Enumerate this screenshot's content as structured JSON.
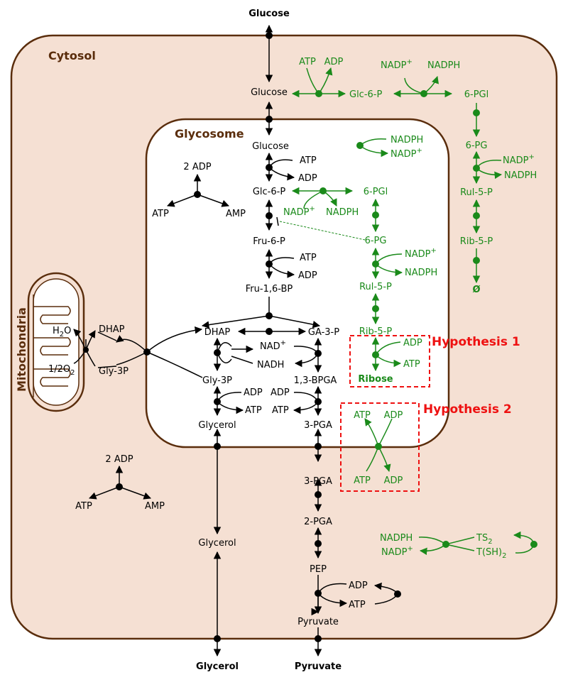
{
  "colors": {
    "cytosol_fill": "#f5e0d3",
    "membrane": "#5a2d0c",
    "glycosome_fill": "#ffffff",
    "black_path": "#000000",
    "green_path": "#1a8a1a",
    "hypothesis": "#ee1111"
  },
  "compartments": {
    "cytosol": "Cytosol",
    "glycosome": "Glycosome",
    "mitochondria": "Mitochondria"
  },
  "hypotheses": {
    "h1": "Hypothesis 1",
    "h2": "Hypothesis 2"
  },
  "metabolites": {
    "ext_glucose": "Glucose",
    "ext_glycerol": "Glycerol",
    "ext_pyruvate": "Pyruvate",
    "cyt_glucose": "Glucose",
    "cyt_glc6p": "Glc-6-P",
    "cyt_atp": "ATP",
    "cyt_adp": "ADP",
    "cyt_nadp": "NADP",
    "cyt_nadph": "NADPH",
    "cyt_6pgl": "6-PGl",
    "cyt_6pg": "6-PG",
    "cyt_nadp2": "NADP",
    "cyt_nadph2": "NADPH",
    "cyt_rul5p": "Rul-5-P",
    "cyt_rib5p": "Rib-5-P",
    "cyt_empty": "Ø",
    "gly_glucose": "Glucose",
    "gly_atp1": "ATP",
    "gly_adp1": "ADP",
    "gly_glc6p": "Glc-6-P",
    "gly_nadp1": "NADP",
    "gly_nadph1": "NADPH",
    "gly_6pgl": "6-PGl",
    "gly_nadph_top": "NADPH",
    "gly_nadp_top": "NADP",
    "gly_fru6p": "Fru-6-P",
    "gly_6pg": "6-PG",
    "gly_atp2": "ATP",
    "gly_adp2": "ADP",
    "gly_nadp2": "NADP",
    "gly_nadph2": "NADPH",
    "gly_fru16bp": "Fru-1,6-BP",
    "gly_rul5p": "Rul-5-P",
    "gly_rib5p": "Rib-5-P",
    "gly_dhap": "DHAP",
    "gly_ga3p": "GA-3-P",
    "gly_nad": "NAD",
    "gly_nadh": "NADH",
    "gly_gly3p": "Gly-3P",
    "gly_13bpga": "1,3-BPGA",
    "gly_adp3": "ADP",
    "gly_adp4": "ADP",
    "gly_atp3": "ATP",
    "gly_atp4": "ATP",
    "gly_glycerol": "Glycerol",
    "gly_3pga": "3-PGA",
    "gly_2adp": "2 ADP",
    "gly_atp_tri": "ATP",
    "gly_amp_tri": "AMP",
    "h1_adp": "ADP",
    "h1_atp": "ATP",
    "h1_ribose": "Ribose",
    "h2_atp_top": "ATP",
    "h2_adp_top": "ADP",
    "h2_atp_bot": "ATP",
    "h2_adp_bot": "ADP",
    "cyt_3pga": "3-PGA",
    "cyt_2pga": "2-PGA",
    "cyt_pep": "PEP",
    "cyt_adp_pk": "ADP",
    "cyt_atp_pk": "ATP",
    "cyt_pyruvate": "Pyruvate",
    "cyt_glycerol": "Glycerol",
    "cyt_2adp": "2 ADP",
    "cyt_atp_tri": "ATP",
    "cyt_amp_tri": "AMP",
    "ts_nadph": "NADPH",
    "ts_nadp": "NADP",
    "ts_ts2": "TS",
    "ts_tsh2": "T(SH)",
    "mito_dhap": "DHAP",
    "mito_gly3p": "Gly-3P",
    "mito_h2o": "H",
    "mito_h2o_o": "O",
    "mito_o2": "1/2O"
  },
  "sup": {
    "plus": "+"
  },
  "sub": {
    "two": "2"
  }
}
